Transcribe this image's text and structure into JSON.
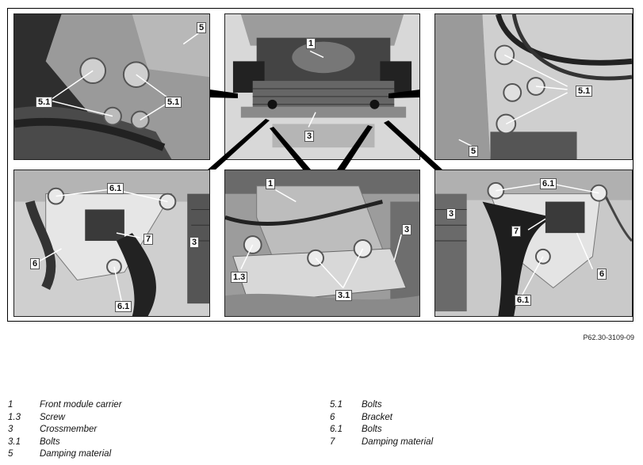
{
  "figure_id": "P62.30-3109-09",
  "callouts": {
    "p1": [
      "5",
      "5.1",
      "5.1"
    ],
    "p2": [
      "1",
      "3"
    ],
    "p3": [
      "5.1",
      "5"
    ],
    "p4": [
      "6.1",
      "7",
      "3",
      "6",
      "6.1"
    ],
    "p5": [
      "1",
      "3",
      "1.3",
      "3.1"
    ],
    "p6": [
      "6.1",
      "3",
      "7",
      "6",
      "6.1"
    ]
  },
  "legend_left": [
    {
      "num": "1",
      "text": "Front module carrier"
    },
    {
      "num": "1.3",
      "text": "Screw"
    },
    {
      "num": "3",
      "text": "Crossmember"
    },
    {
      "num": "3.1",
      "text": "Bolts"
    },
    {
      "num": "5",
      "text": "Damping material"
    }
  ],
  "legend_right": [
    {
      "num": "5.1",
      "text": "Bolts"
    },
    {
      "num": "6",
      "text": "Bracket"
    },
    {
      "num": "6.1",
      "text": "Bolts"
    },
    {
      "num": "7",
      "text": "Damping material"
    }
  ]
}
